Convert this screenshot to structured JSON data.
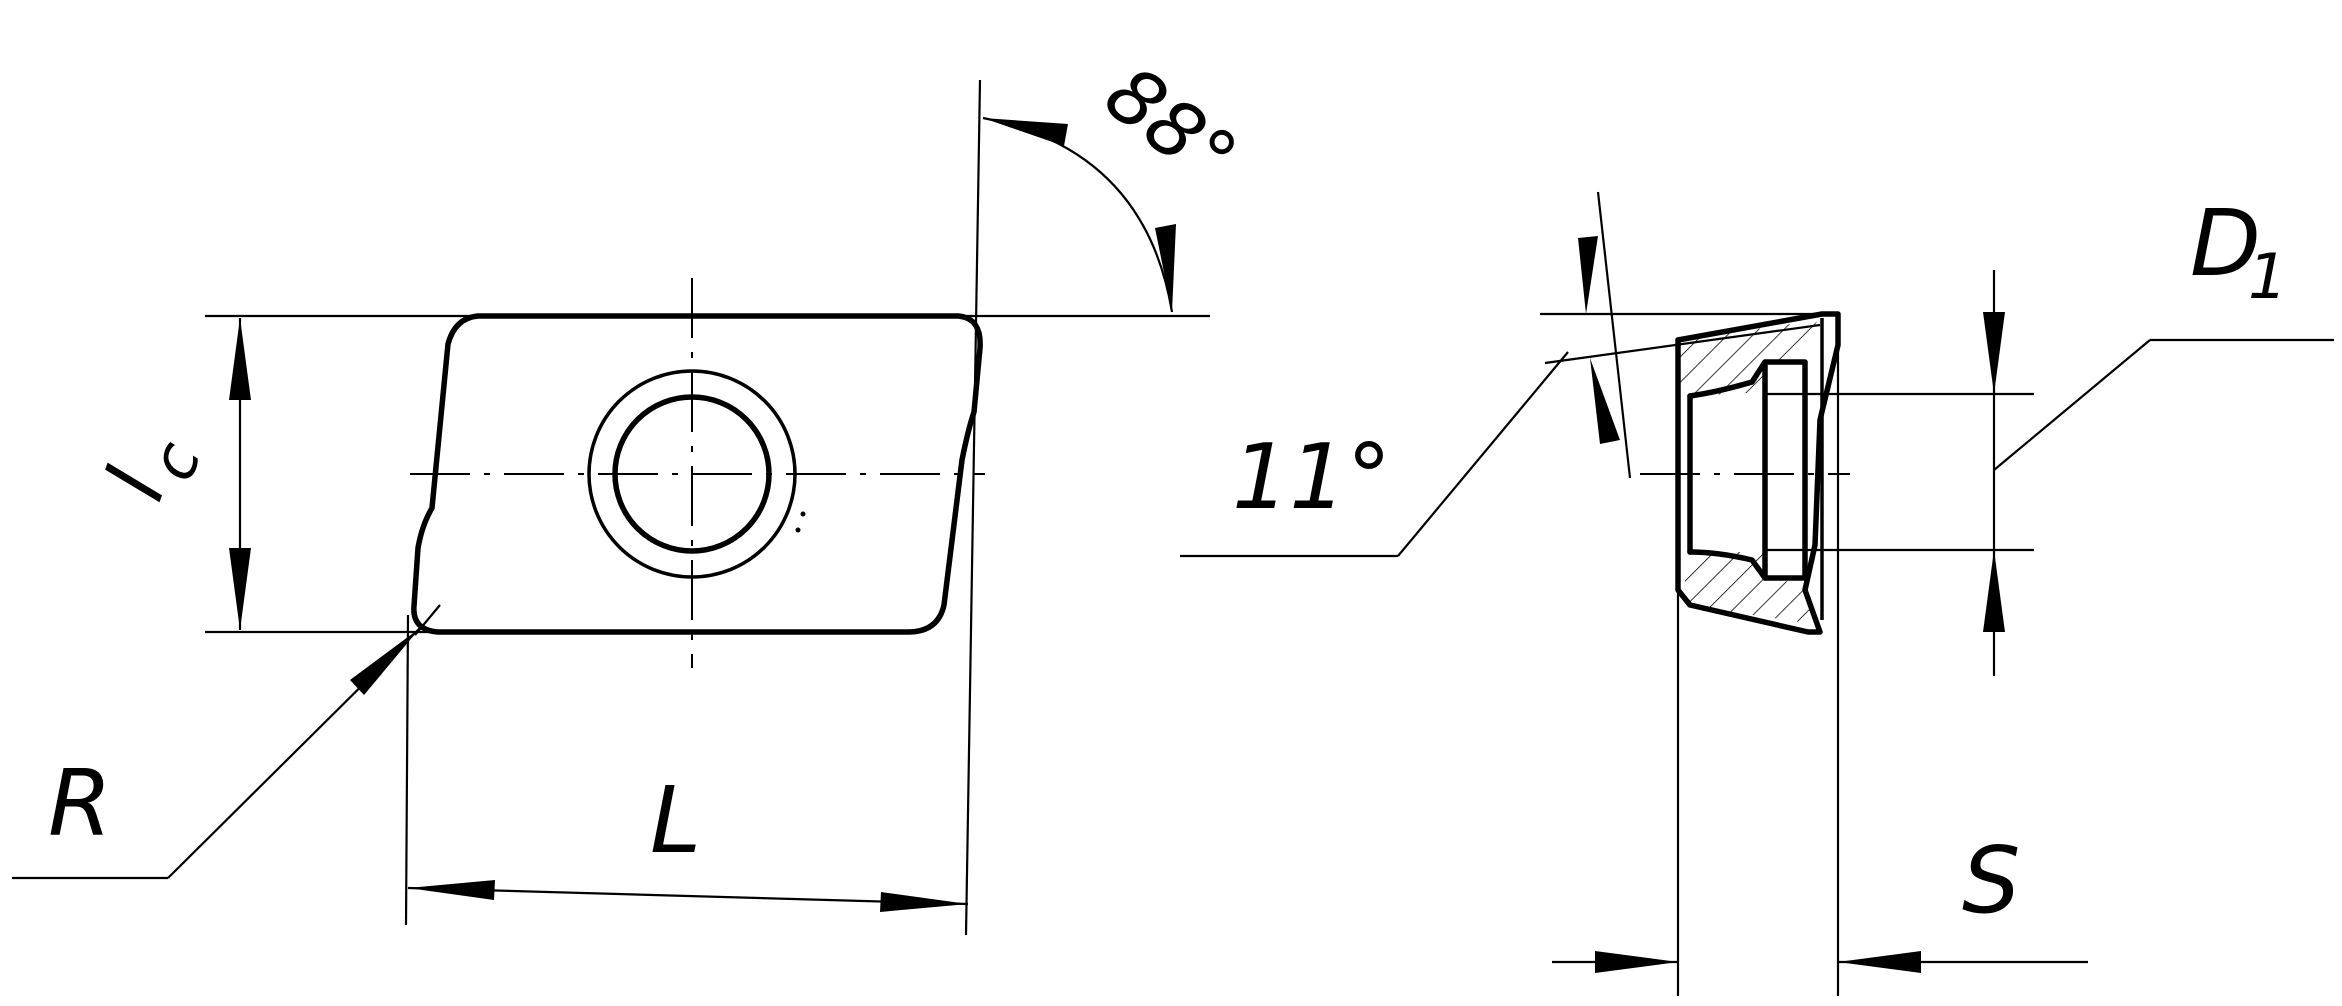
{
  "labels": {
    "lc_main": "l",
    "lc_sub": "c",
    "angle_top": "88°",
    "radius": "R",
    "length": "L",
    "relief_angle": "11°",
    "d1_main": "D",
    "d1_sub": "1",
    "thickness": "S"
  }
}
